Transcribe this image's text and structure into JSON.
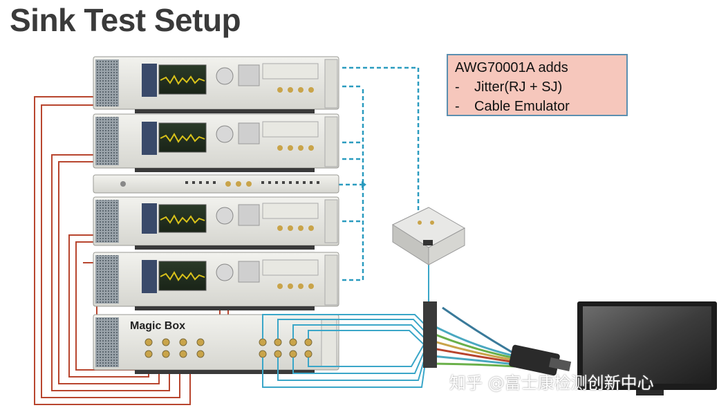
{
  "title": "Sink Test Setup",
  "callout": {
    "heading": "AWG70001A adds",
    "items": [
      {
        "bullet": "-",
        "text": "Jitter(RJ + SJ)"
      },
      {
        "bullet": "-",
        "text": "Cable Emulator"
      }
    ]
  },
  "magic_box_label": "Magic Box",
  "watermark": "知乎 @富士康检测创新中心",
  "colors": {
    "cable_red": "#b8452e",
    "cable_blue": "#3aa6c8",
    "dashed_teal": "#2a9bbf",
    "callout_fill": "#f6c7bc",
    "callout_border": "#5b8fb0"
  }
}
